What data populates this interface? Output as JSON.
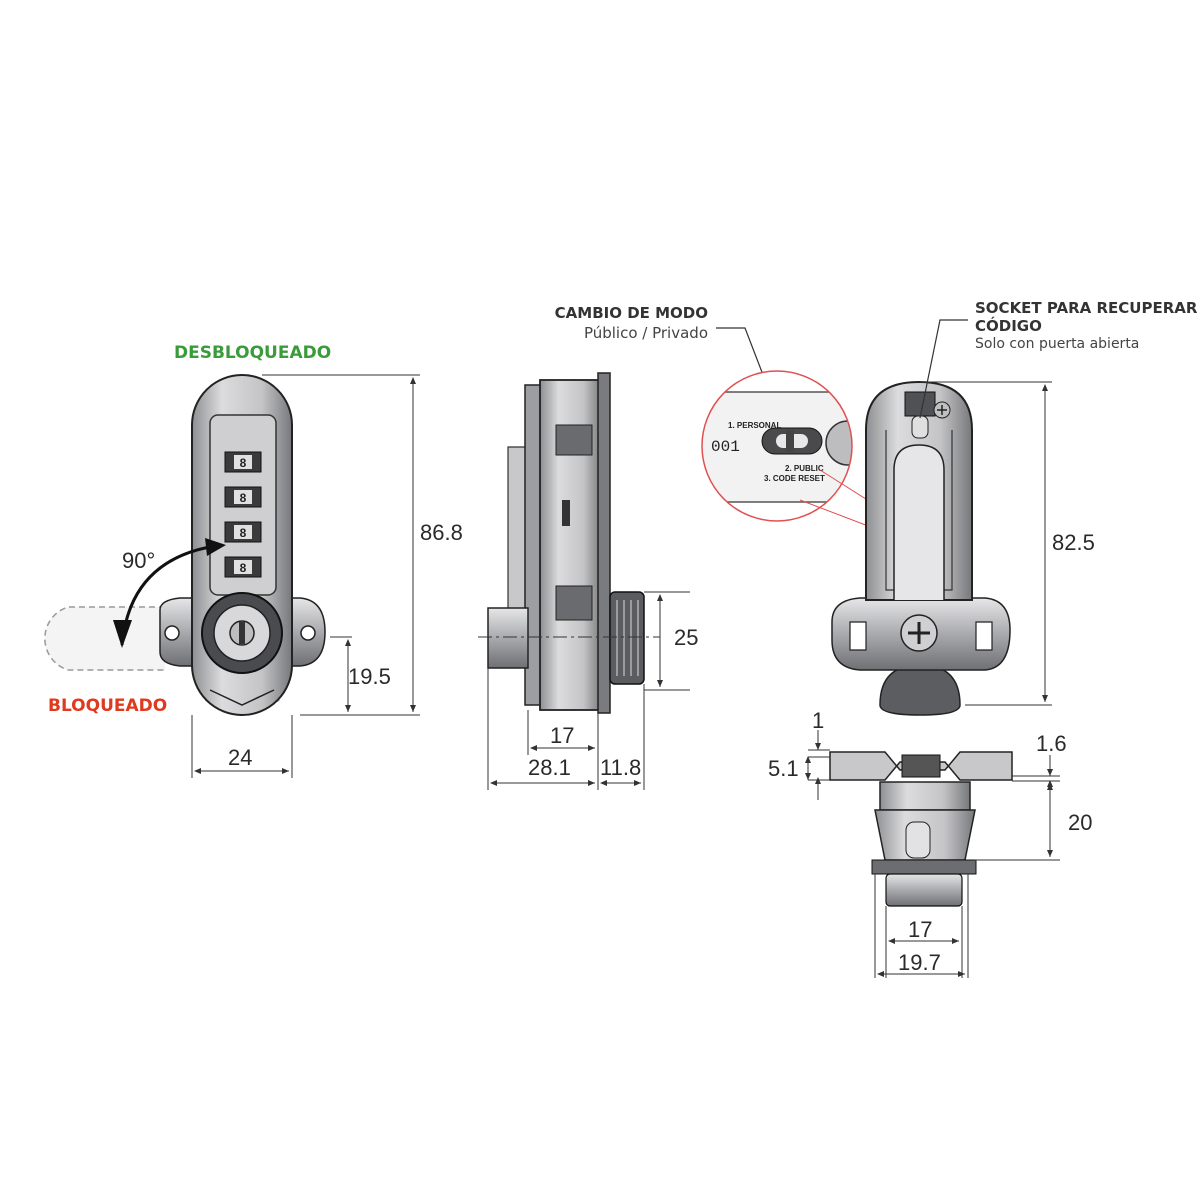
{
  "states": {
    "unlocked": "DESBLOQUEADO",
    "locked": "BLOQUEADO",
    "unlocked_color": "#3a9b3a",
    "locked_color": "#e03a1e"
  },
  "rotation": "90°",
  "callouts": {
    "mode": {
      "title": "CAMBIO DE MODO",
      "subtitle": "Público / Privado"
    },
    "socket": {
      "title_line1": "SOCKET PARA RECUPERAR",
      "title_line2": "CÓDIGO",
      "subtitle": "Solo con puerta abierta"
    }
  },
  "detail": {
    "opt1": "1. PERSONAL",
    "opt2": "2. PUBLIC",
    "opt3": "3. CODE RESET",
    "code": "001",
    "circle_color": "#e05050"
  },
  "dimensions": {
    "front_height": "86.8",
    "front_lower": "19.5",
    "front_width": "24",
    "side_inner": "17",
    "side_depth": "28.1",
    "side_knob": "11.8",
    "side_knob_dia": "25",
    "back_height": "82.5",
    "bottom_tab": "1",
    "bottom_thick": "5.1",
    "bottom_plate": "1.6",
    "bottom_height": "20",
    "bottom_inner": "17",
    "bottom_outer": "19.7"
  },
  "dial_digits": [
    "8",
    "8",
    "8",
    "8"
  ]
}
